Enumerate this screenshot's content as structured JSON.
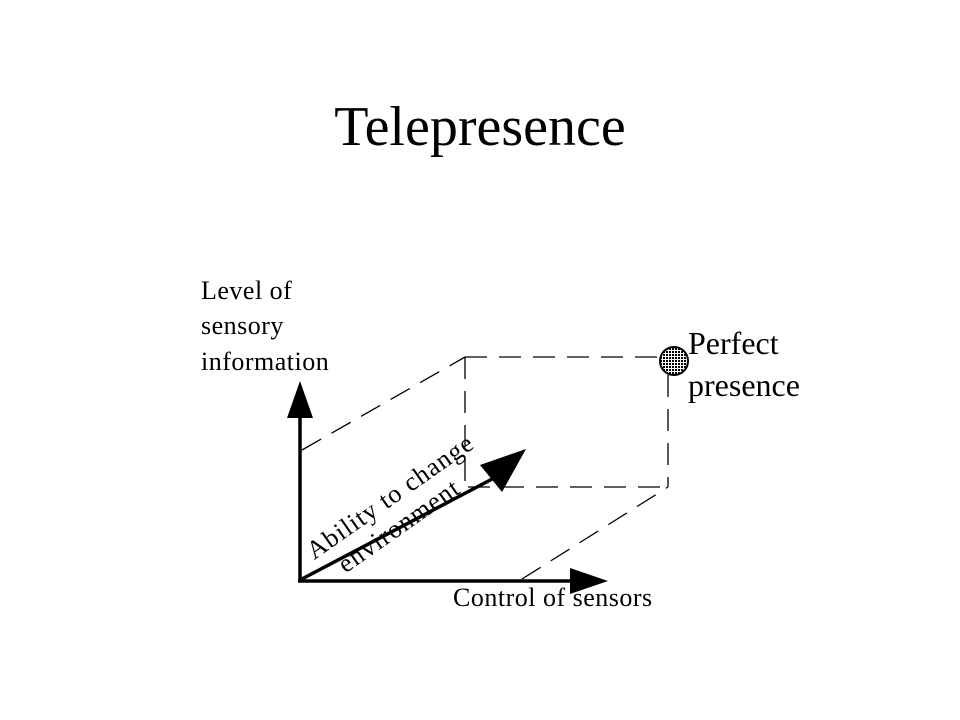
{
  "slide": {
    "title": "Telepresence"
  },
  "diagram": {
    "y_axis_label": [
      "Level of",
      "sensory",
      "information"
    ],
    "x_axis_label": "Control of sensors",
    "z_axis_label": [
      "Ability to change",
      "environment"
    ],
    "corner_label": [
      "Perfect",
      "presence"
    ],
    "colors": {
      "ink": "#000000",
      "point_fill": "#8c8c8c"
    }
  }
}
